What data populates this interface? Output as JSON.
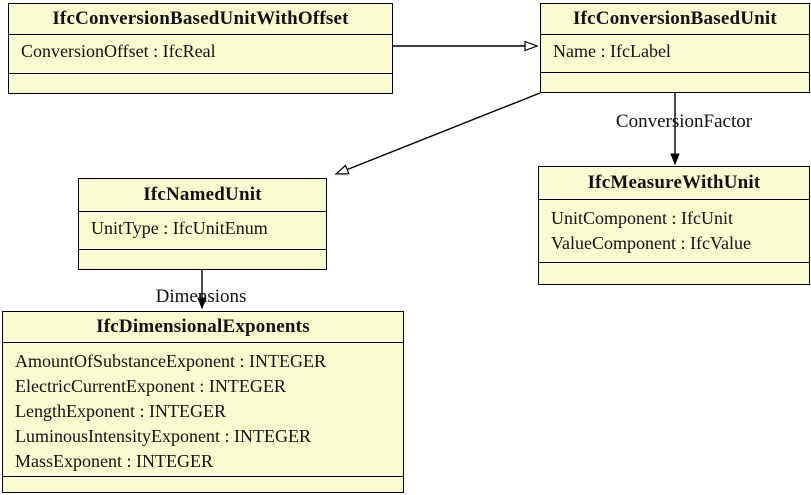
{
  "diagram": {
    "type": "uml-class-diagram",
    "background_color": "#FFFFFF",
    "box_fill_color": "#FBFBD2",
    "line_color": "#000000",
    "classes": [
      {
        "name": "IfcConversionBasedUnitWithOffset",
        "attributes": [
          "ConversionOffset : IfcReal"
        ]
      },
      {
        "name": "IfcConversionBasedUnit",
        "attributes": [
          "Name : IfcLabel"
        ]
      },
      {
        "name": "IfcNamedUnit",
        "attributes": [
          "UnitType : IfcUnitEnum"
        ]
      },
      {
        "name": "IfcMeasureWithUnit",
        "attributes": [
          "UnitComponent : IfcUnit",
          "ValueComponent : IfcValue"
        ]
      },
      {
        "name": "IfcDimensionalExponents",
        "attributes": [
          "AmountOfSubstanceExponent : INTEGER",
          "ElectricCurrentExponent : INTEGER",
          "LengthExponent : INTEGER",
          "LuminousIntensityExponent : INTEGER",
          "MassExponent : INTEGER"
        ]
      }
    ],
    "relations": [
      {
        "from": "IfcConversionBasedUnitWithOffset",
        "to": "IfcConversionBasedUnit",
        "type": "inheritance",
        "label": ""
      },
      {
        "from": "IfcConversionBasedUnit",
        "to": "IfcNamedUnit",
        "type": "inheritance",
        "label": ""
      },
      {
        "from": "IfcConversionBasedUnit",
        "to": "IfcMeasureWithUnit",
        "type": "association",
        "label": "ConversionFactor"
      },
      {
        "from": "IfcNamedUnit",
        "to": "IfcDimensionalExponents",
        "type": "association",
        "label": "Dimensions"
      }
    ]
  }
}
